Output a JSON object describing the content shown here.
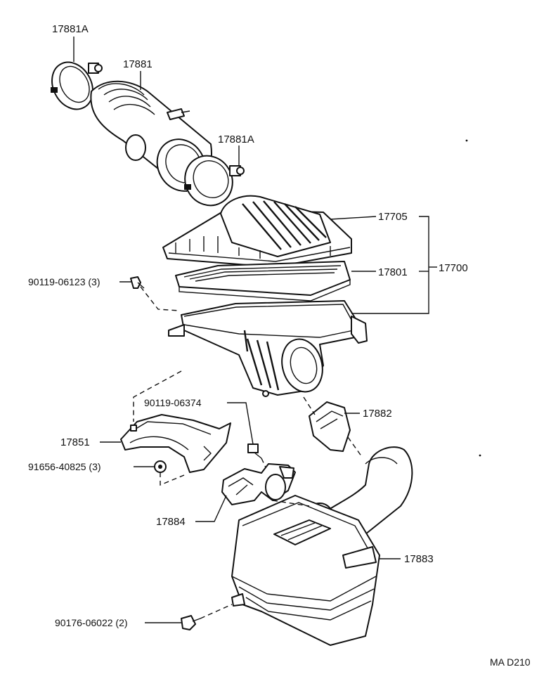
{
  "diagram": {
    "page_code": "MA D210",
    "labels": {
      "clamp_top": "17881A",
      "intake_hose": "17881",
      "clamp_lower": "17881A",
      "cap_sub_assy": "17705",
      "filter_element": "17801",
      "cleaner_assy": "17700",
      "bolt_top": "90119-06123 (3)",
      "bolt_middle": "90119-06374",
      "inlet_duct": "17882",
      "bracket": "17851",
      "clip": "91656-40825 (3)",
      "resonator_hose": "17884",
      "resonator": "17883",
      "bolt_bottom": "90176-06022 (2)"
    }
  }
}
